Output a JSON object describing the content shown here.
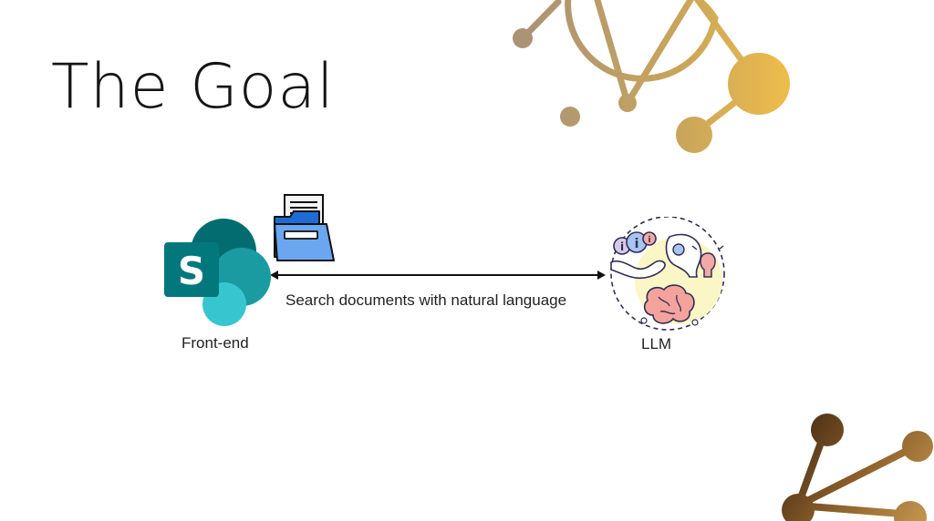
{
  "slide": {
    "title": "The Goal"
  },
  "diagram": {
    "nodes": [
      {
        "id": "frontend",
        "label": "Front-end",
        "icon": "sharepoint-logo-icon"
      },
      {
        "id": "llm",
        "label": "LLM",
        "icon": "brain-ai-icon"
      }
    ],
    "edge": {
      "label": "Search documents with natural language",
      "direction": "bidirectional",
      "icon": "document-folder-icon"
    }
  },
  "decorations": {
    "top": "molecule-network-decoration",
    "bottom": "molecule-network-decoration"
  },
  "colors": {
    "gold_light": "#e9b94a",
    "gold_mid": "#c99f58",
    "brown_dark": "#4a2e16",
    "sharepoint_dark": "#036c70",
    "sharepoint_mid": "#1a9ba1",
    "sharepoint_light": "#37c6d0"
  }
}
